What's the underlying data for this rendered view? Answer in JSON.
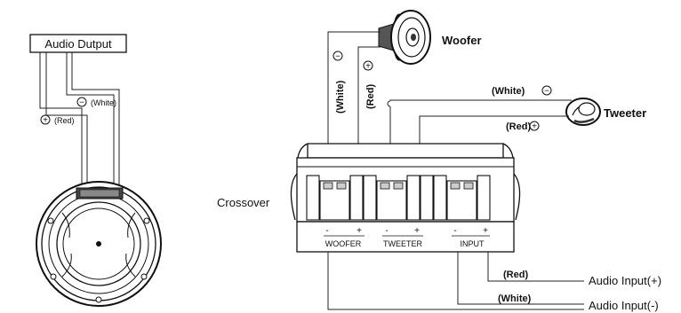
{
  "colors": {
    "ink": "#111111",
    "background": "#ffffff"
  },
  "left": {
    "source_label": "Audio Dutput",
    "plus_wire": {
      "sign": "+",
      "color_label": "(Red)"
    },
    "minus_wire": {
      "sign": "−",
      "color_label": "(White)"
    }
  },
  "woofer": {
    "name": "Woofer",
    "minus_wire_label": "(White)",
    "plus_wire_label": "(Red)",
    "minus_sign": "−",
    "plus_sign": "+"
  },
  "tweeter": {
    "name": "Tweeter",
    "minus_wire_label": "(White)",
    "plus_wire_label": "(Red)",
    "minus_sign": "−",
    "plus_sign": "+"
  },
  "crossover": {
    "name": "Crossover",
    "groups": [
      {
        "label": "WOOFER",
        "minus": "-",
        "plus": "+"
      },
      {
        "label": "TWEETER",
        "minus": "-",
        "plus": "+"
      },
      {
        "label": "INPUT",
        "minus": "-",
        "plus": "+"
      }
    ]
  },
  "inputs": [
    {
      "wire_label": "(Red)",
      "label": "Audio Input(+)"
    },
    {
      "wire_label": "(White)",
      "label": "Audio Input(-)"
    }
  ]
}
